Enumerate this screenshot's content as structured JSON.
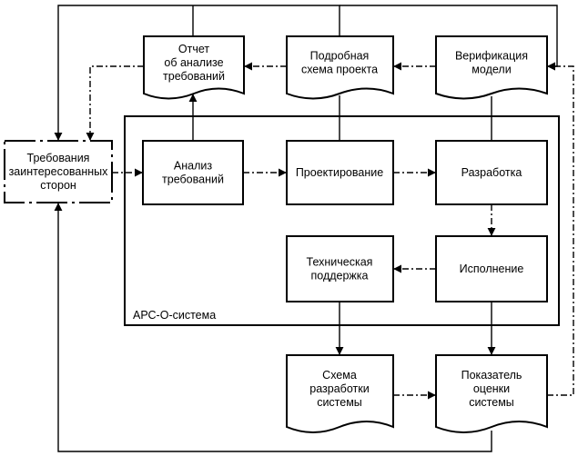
{
  "nodes": {
    "stakeholder_req": [
      "Требования",
      "заинтересованных",
      "сторон"
    ],
    "req_analysis": [
      "Анализ",
      "требований"
    ],
    "design": [
      "Проектирование"
    ],
    "development": [
      "Разработка"
    ],
    "tech_support": [
      "Техническая",
      "поддержка"
    ],
    "execution": [
      "Исполнение"
    ],
    "report": [
      "Отчет",
      "об анализе",
      "требований"
    ],
    "detailed_scheme": [
      "Подробная",
      "схема проекта"
    ],
    "model_verification": [
      "Верификация",
      "модели"
    ],
    "dev_scheme": [
      "Схема",
      "разработки",
      "системы"
    ],
    "eval_indicator": [
      "Показатель",
      "оценки",
      "системы"
    ]
  },
  "system_label": "АРС-О-система"
}
